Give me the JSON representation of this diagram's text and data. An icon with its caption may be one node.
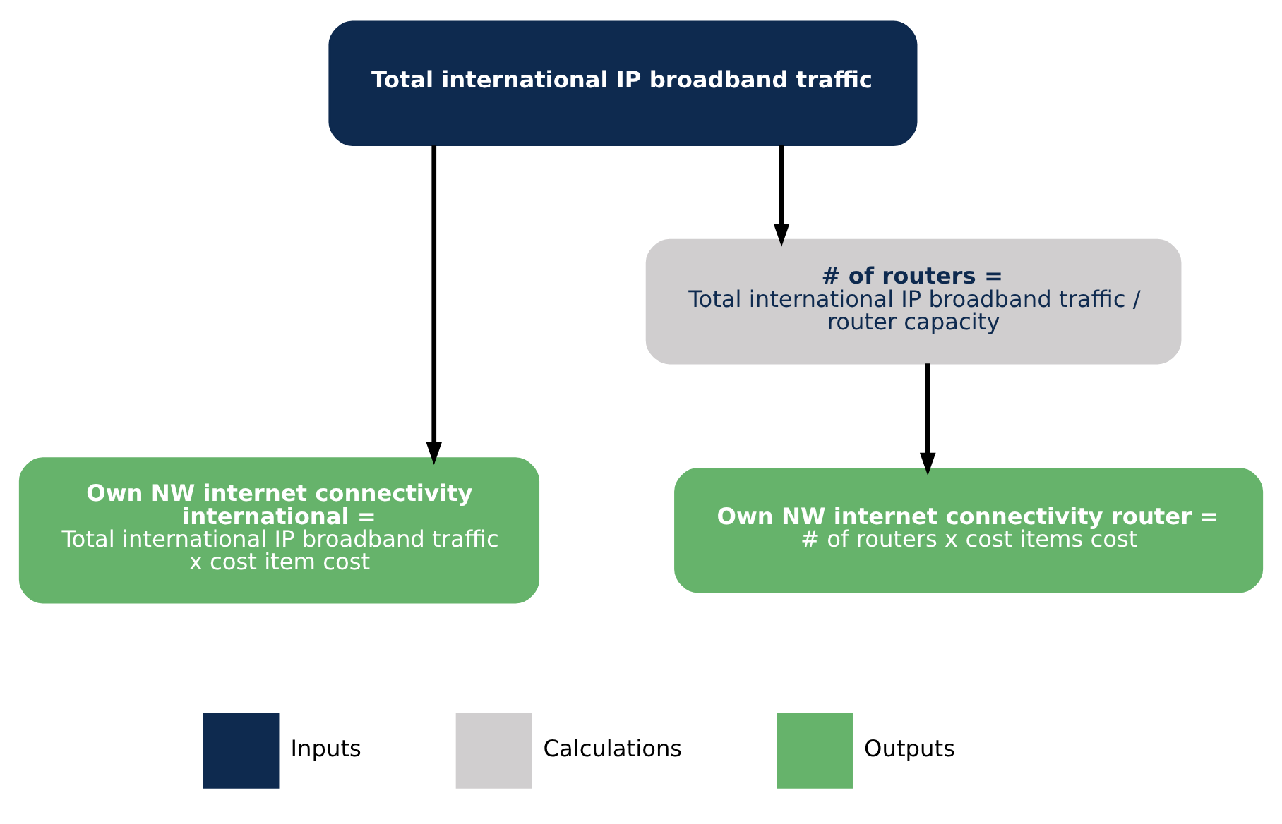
{
  "diagram": {
    "nodes": [
      {
        "text": [
          "Total international IP broadband traffic"
        ]
      },
      {
        "text": [
          "# of routers =",
          "Total international IP broadband traffic / router capacity"
        ]
      },
      {
        "text": [
          "Own NW internet connectivity international =",
          "Total international IP broadband traffic x cost item cost"
        ]
      },
      {
        "text": [
          "Own NW internet connectivity router =",
          "# of routers x cost items cost"
        ]
      }
    ],
    "edges": [
      {
        "from": 0,
        "to": 2,
        "arrow": "to"
      },
      {
        "from": 0,
        "to": 1,
        "arrow": "to"
      },
      {
        "from": 1,
        "to": 3,
        "arrow": "to"
      }
    ],
    "legend": [
      {
        "text": "Inputs",
        "color": "#0e2a4f"
      },
      {
        "text": "Calculations",
        "color": "#d0cecf"
      },
      {
        "text": "Outputs",
        "color": "#66b36b"
      }
    ]
  }
}
